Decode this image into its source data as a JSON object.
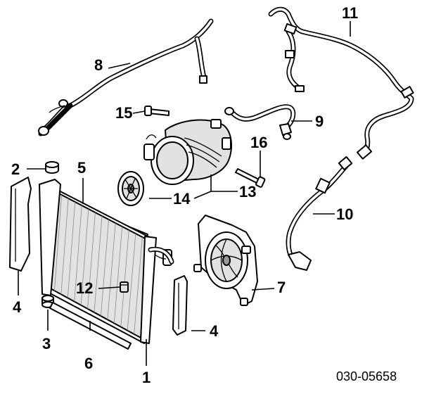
{
  "diagram_code": "030-05658",
  "callouts": {
    "c1": "1",
    "c2": "2",
    "c3": "3",
    "c4a": "4",
    "c4b": "4",
    "c5": "5",
    "c6": "6",
    "c7": "7",
    "c8": "8",
    "c9": "9",
    "c10": "10",
    "c11": "11",
    "c12": "12",
    "c13": "13",
    "c14": "14",
    "c15": "15",
    "c16": "16"
  }
}
